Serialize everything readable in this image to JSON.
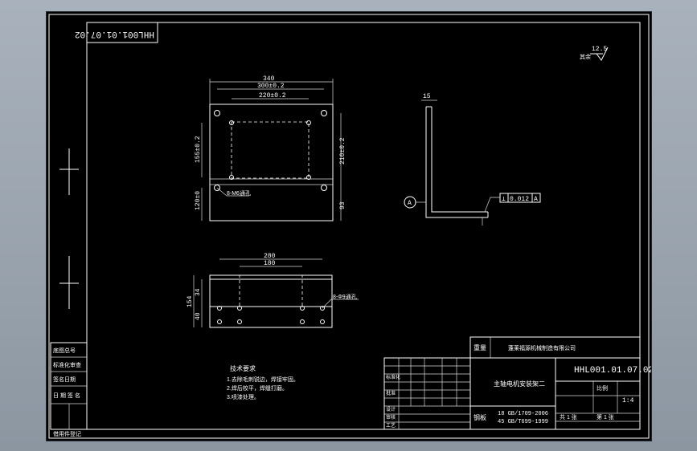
{
  "drawing_number": "HHL001.01.07.02",
  "drawing_number_mirrored": "HHL001.01.07.02",
  "surface_finish": {
    "value": "12.5",
    "prefix": "其余"
  },
  "top_view": {
    "dim_overall_width": "340",
    "dim_hole_span_outer": "300±0.2",
    "dim_hole_span_inner": "220±0.2",
    "dim_left_vertical": "155±0.2",
    "dim_right_vertical": "210±0.2",
    "dim_left_bottom": "120±0",
    "dim_right_bottom": "93",
    "hole_note": "8-M6通孔"
  },
  "side_view": {
    "thickness": "15",
    "datum": "A",
    "tolerance_symbol": "⊥",
    "tolerance_value": "0.012",
    "tolerance_datum": "A"
  },
  "bottom_view": {
    "dim_outer": "280",
    "dim_inner": "180",
    "dim_height": "154",
    "dim_upper": "34",
    "dim_lower": "40",
    "hole_note": "8-Φ9通孔"
  },
  "tech_requirements": {
    "title": "技术要求",
    "lines": [
      "1.去除毛刺锐边，焊接牢固。",
      "2.焊后校平，焊缝打磨。",
      "3.喷漆处理。"
    ]
  },
  "left_strip": [
    "底图总号",
    "标准化审查",
    "签名日期",
    "日 期 签 名",
    "借用件登记"
  ],
  "title_block": {
    "company": "蓬莱福源机械制造有限公司",
    "part_name": "主轴电机安装架二",
    "drawing_number": "HHL001.01.07.02",
    "material_label": "钢板",
    "material_lines": [
      "18   GB/1709-2006",
      "45   GB/T699-1999"
    ],
    "scale": "1:4",
    "sheet": "第 1 张",
    "total_sheets": "共 1 张",
    "rows": [
      "设计",
      "审核",
      "工艺",
      "标准化",
      "批准"
    ],
    "weight_label": "重量",
    "scale_label": "比例"
  }
}
